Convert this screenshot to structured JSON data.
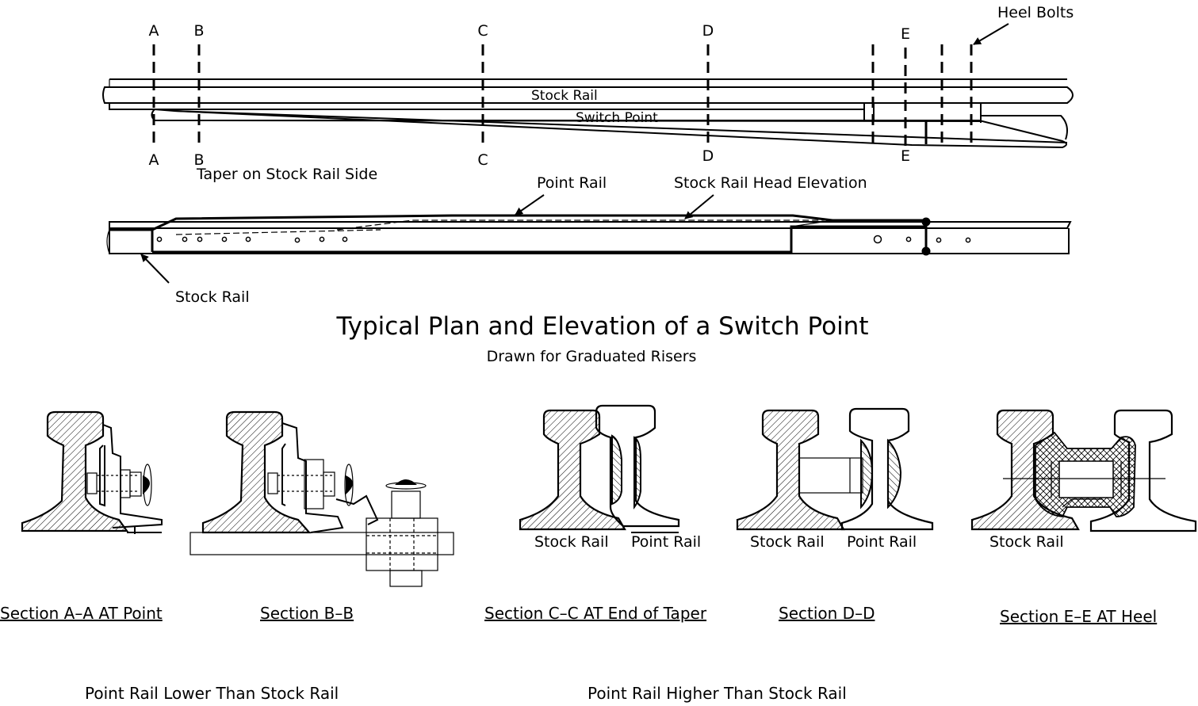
{
  "plan": {
    "cut_marks_top": [
      "A",
      "B",
      "C",
      "D",
      "E"
    ],
    "cut_marks_bottom": [
      "A",
      "B",
      "C",
      "D",
      "E"
    ],
    "heel_bolts": "Heel Bolts",
    "stock_rail": "Stock Rail",
    "switch_point": "Switch Point",
    "taper_note": "Taper on Stock Rail Side"
  },
  "elevation": {
    "point_rail": "Point Rail",
    "stock_rail_head_elevation": "Stock Rail Head Elevation",
    "stock_rail": "Stock Rail"
  },
  "title": "Typical Plan and Elevation of a Switch Point",
  "subtitle": "Drawn for Graduated Risers",
  "sections": [
    {
      "caption": "Section A–A AT Point",
      "labels": []
    },
    {
      "caption": "Section B–B",
      "labels": []
    },
    {
      "caption": "Section C–C AT End of Taper",
      "labels": [
        "Stock Rail",
        "Point Rail"
      ]
    },
    {
      "caption": "Section D–D",
      "labels": [
        "Stock Rail",
        "Point Rail"
      ]
    },
    {
      "caption": "Section E–E AT Heel",
      "labels": [
        "Stock Rail"
      ]
    }
  ],
  "groups": {
    "lower": "Point Rail Lower Than Stock Rail",
    "higher": "Point Rail Higher Than Stock Rail"
  }
}
